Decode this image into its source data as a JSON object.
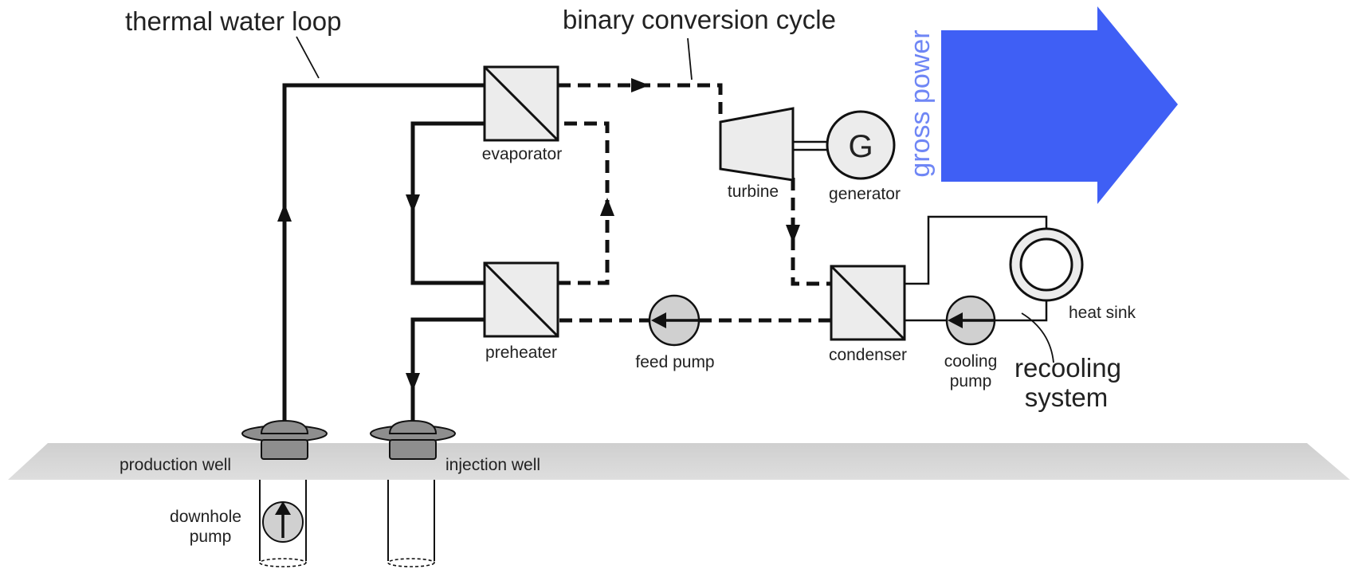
{
  "labels": {
    "thermal_water_loop": "thermal water loop",
    "binary_conversion_cycle": "binary conversion cycle",
    "gross_power": "gross power",
    "evaporator": "evaporator",
    "preheater": "preheater",
    "turbine": "turbine",
    "generator": "generator",
    "generator_symbol": "G",
    "feed_pump": "feed pump",
    "condenser": "condenser",
    "cooling_pump_line1": "cooling",
    "cooling_pump_line2": "pump",
    "heat_sink": "heat sink",
    "recooling_system_line1": "recooling",
    "recooling_system_line2": "system",
    "production_well": "production well",
    "injection_well": "injection well",
    "downhole_pump_line1": "downhole",
    "downhole_pump_line2": "pump"
  },
  "colors": {
    "gross_power_arrow": "#3f5ff5",
    "gross_power_text": "#6f86f5",
    "ground": "#d4d4d4",
    "component_fill": "#ececec",
    "pump_fill": "#d0d0d0",
    "wellhead_fill": "#8e8e8e",
    "line": "#111111"
  }
}
